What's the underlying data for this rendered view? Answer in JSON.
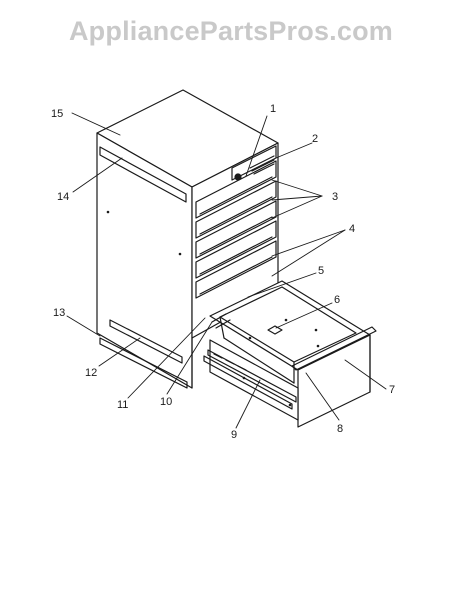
{
  "watermark": "AppliancePartsPros.com",
  "callouts": [
    "1",
    "2",
    "3",
    "4",
    "5",
    "6",
    "7",
    "8",
    "9",
    "10",
    "11",
    "12",
    "13",
    "14",
    "15"
  ],
  "colors": {
    "line": "#1a1a1a",
    "watermark": "#c9c9c9",
    "background": "#ffffff"
  }
}
